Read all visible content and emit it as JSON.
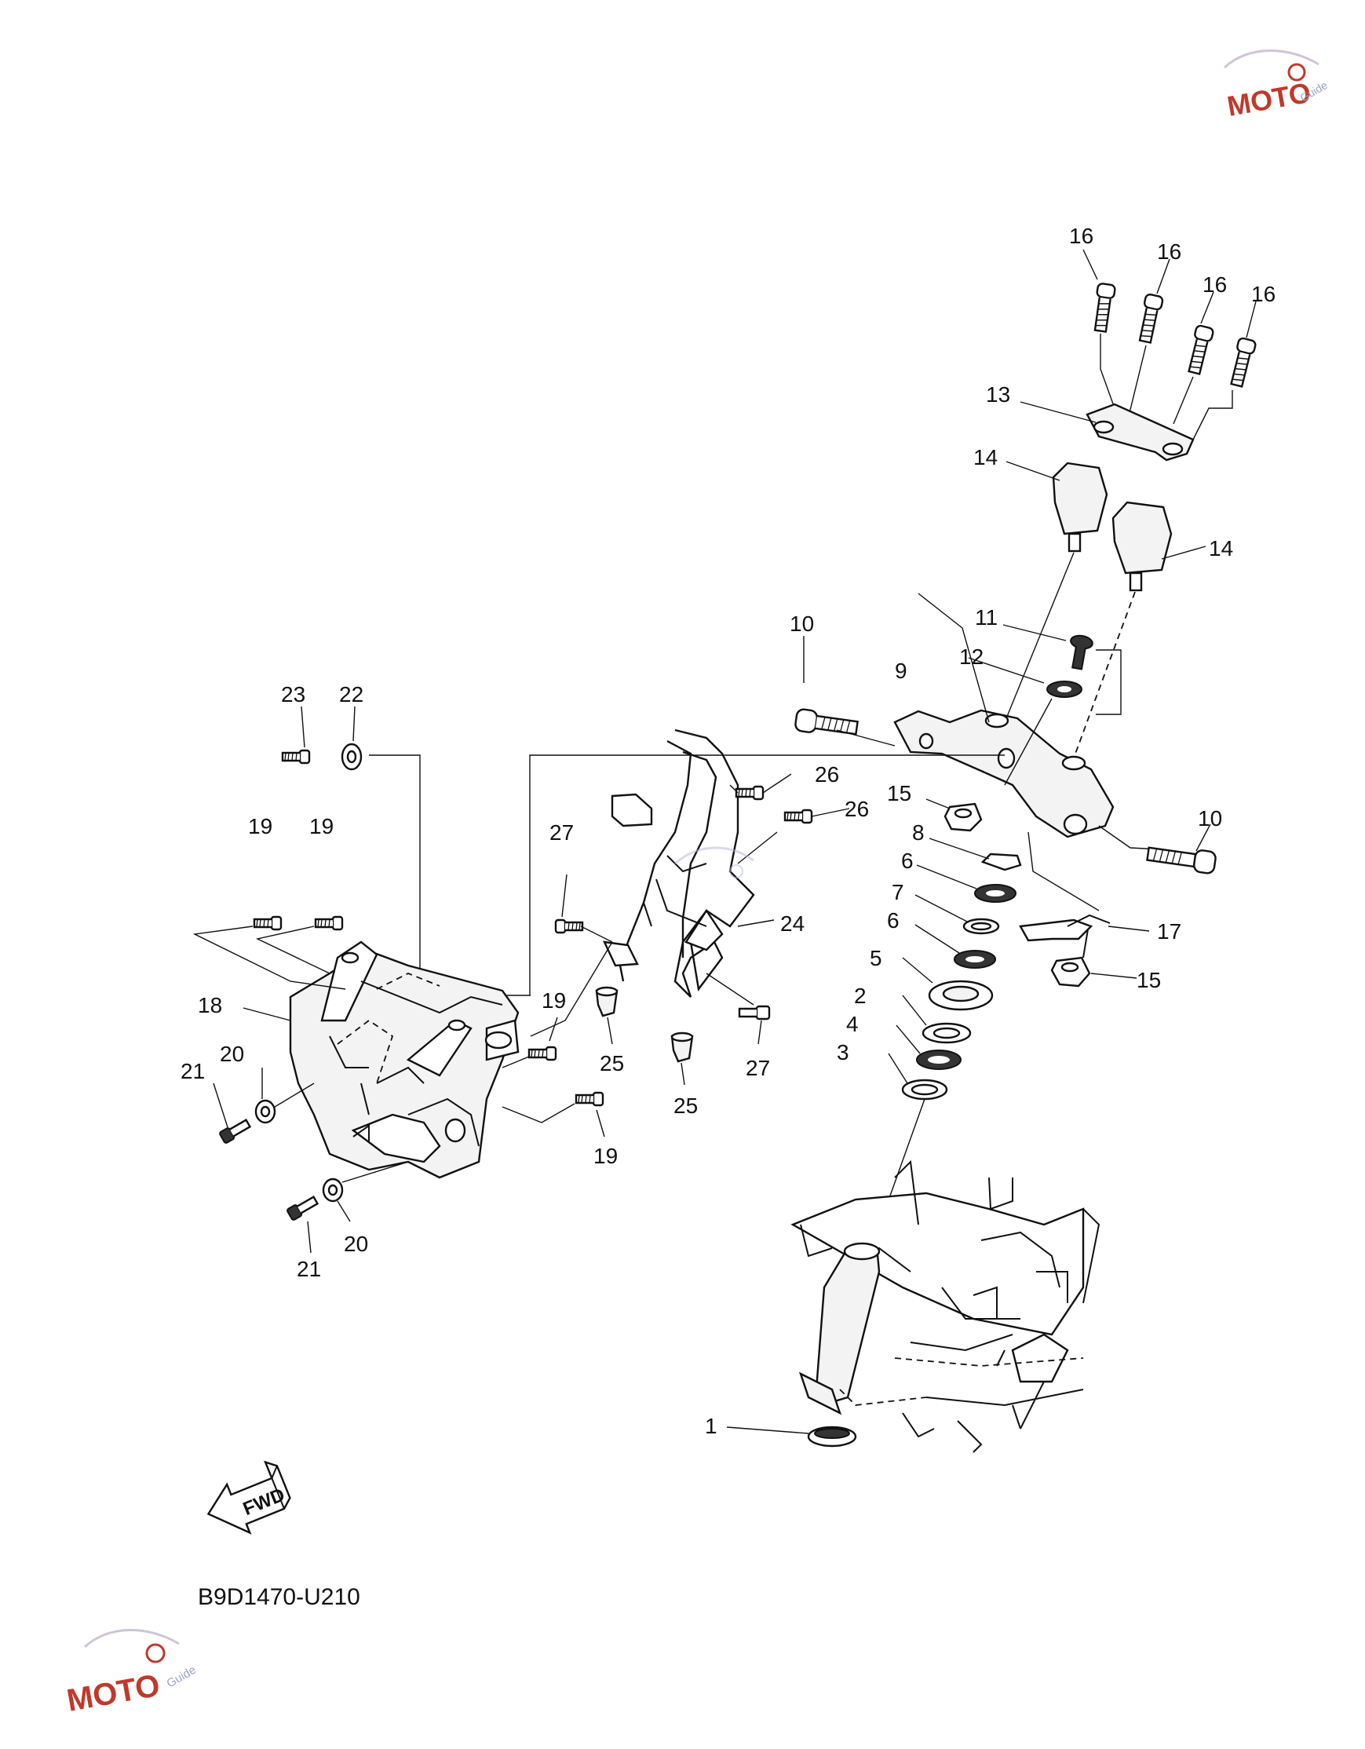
{
  "callouts": {
    "p1": "1",
    "p2": "2",
    "p3": "3",
    "p4": "4",
    "p5": "5",
    "p6": "6",
    "p7": "7",
    "p8": "8",
    "p9": "9",
    "p10": "10",
    "p11": "11",
    "p12": "12",
    "p13": "13",
    "p14": "14",
    "p15": "15",
    "p16": "16",
    "p17": "17",
    "p18": "18",
    "p19": "19",
    "p20": "20",
    "p21": "21",
    "p22": "22",
    "p23": "23",
    "p24": "24",
    "p25": "25",
    "p26": "26",
    "p27": "27"
  },
  "direction_label": "FWD",
  "diagram_code": "B9D1470-U210",
  "watermark": {
    "brand": "MOTO",
    "tag": "Guide",
    "icons": [
      "car-silhouette-icon",
      "gear-icon"
    ],
    "color_primary": "#c0392b",
    "color_secondary": "#1f3a93"
  }
}
